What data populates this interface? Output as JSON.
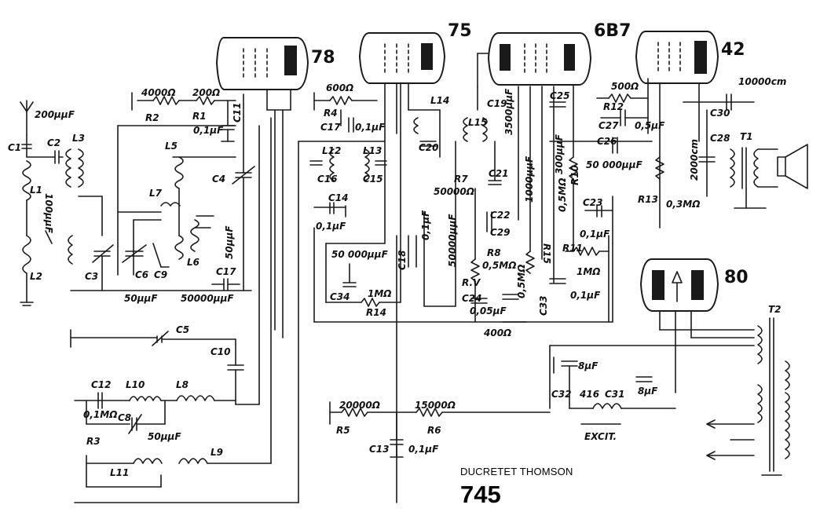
{
  "caption": {
    "maker": "DUCRETET THOMSON",
    "model": "745"
  },
  "tubes": [
    "78",
    "75",
    "6B7",
    "42",
    "80"
  ],
  "labels": {
    "C1": "C1",
    "C2": "C2",
    "C3": "C3",
    "C4": "C4",
    "C5": "C5",
    "C8": "C8",
    "C9": "C9",
    "C10": "C10",
    "C11": "C11",
    "C12": "C12",
    "C13": "C13",
    "C14": "C14",
    "C15": "C15",
    "C16": "C16",
    "C17": "C17",
    "C17b": "C17",
    "C18": "C18",
    "C19": "C19",
    "C20": "C20",
    "C21": "C21",
    "C22": "C22",
    "C23": "C23",
    "C24": "C24",
    "C25": "C25",
    "C26": "C26",
    "C27": "C27",
    "C28": "C28",
    "C29": "C29",
    "C30": "C30",
    "C31": "C31",
    "C32": "C32",
    "C33": "C33",
    "C34": "C34",
    "C6": "C6",
    "C8b": "C8",
    "L1": "L1",
    "L2": "L2",
    "L3": "L3",
    "L5": "L5",
    "L6": "L6",
    "L7": "L7",
    "L8": "L8",
    "L9": "L9",
    "L10": "L10",
    "L11": "L11",
    "L12": "L12",
    "L13": "L13",
    "L14": "L14",
    "L15": "L15",
    "R1": "R1",
    "R2": "R2",
    "R3": "R3",
    "R4": "R4",
    "R5": "R5",
    "R6": "R6",
    "R7": "R7",
    "R8": "R8",
    "R10": "R10",
    "R11": "R11",
    "R12": "R12",
    "R13": "R13",
    "R14": "R14",
    "R15": "R15",
    "RV": "R.V",
    "T1": "T1",
    "T2": "T2",
    "v4000": "4000Ω",
    "v200a": "200Ω",
    "v200uF": "200μμF",
    "v100uuF": "100μμF",
    "v01uF_a": "0,1μF",
    "v600": "600Ω",
    "v01uF_b": "0,1μF",
    "v500": "500Ω",
    "v05uF": "0,5μF",
    "v10000cm": "10000cm",
    "v3500": "3500μμF",
    "v1000": "1000μμF",
    "v300": "300μμF",
    "v50000uuF_a": "50 000μμF",
    "v05MO_a": "0,5MΩ",
    "v50000O": "50000Ω",
    "v01uF_c": "0,1μF",
    "v50000uuF_b": "50000μμF",
    "v05MO_b": "0,5MΩ",
    "v1MO_a": "1MΩ",
    "v01uF_d": "0,1μF",
    "v1MO_b": "1MΩ",
    "v01uF_e": "0,1μF",
    "v01uF_f": "0,1μF",
    "v50uuF_a": "50μμF",
    "v50000uuF_c": "50000μμF",
    "v50uuF_b": "50μμF",
    "v400": "400Ω",
    "v2000cm": "2000cm",
    "v03MO": "0,3MΩ",
    "v20000O": "20000Ω",
    "v15000O": "15000Ω",
    "v01uF_g": "0,1μF",
    "v01MO": "0,1MΩ",
    "v50uuF_c": "50μμF",
    "v8uF_a": "8μF",
    "v8uF_b": "8μF",
    "v416": "416",
    "excit": "EXCIT.",
    "v005uF": "0,05μF",
    "v1uF": "0,1μF"
  }
}
